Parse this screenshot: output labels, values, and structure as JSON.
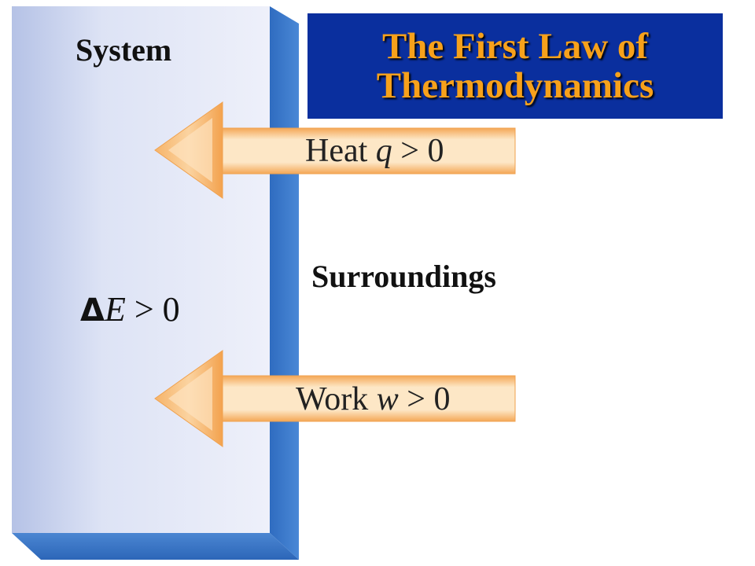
{
  "title": {
    "line1": "The First Law of",
    "line2": "Thermodynamics"
  },
  "system": {
    "label": "System",
    "energy": {
      "symbol": "Δ",
      "variable": "E",
      "relation": "> 0"
    }
  },
  "surroundings": {
    "label": "Surroundings"
  },
  "arrows": [
    {
      "name": "heat",
      "word": "Heat",
      "variable": "q",
      "relation": "> 0"
    },
    {
      "name": "work",
      "word": "Work",
      "variable": "w",
      "relation": "> 0"
    }
  ],
  "colors": {
    "title_background": "#0a2f9e",
    "title_text": "#f7a11b",
    "system_face_light": "#e4e8f6",
    "system_face_dark": "#b5c2e6",
    "system_edge": "#3a78c9",
    "arrow_fill": "#f6b46a",
    "arrow_highlight": "#fde7c6"
  }
}
